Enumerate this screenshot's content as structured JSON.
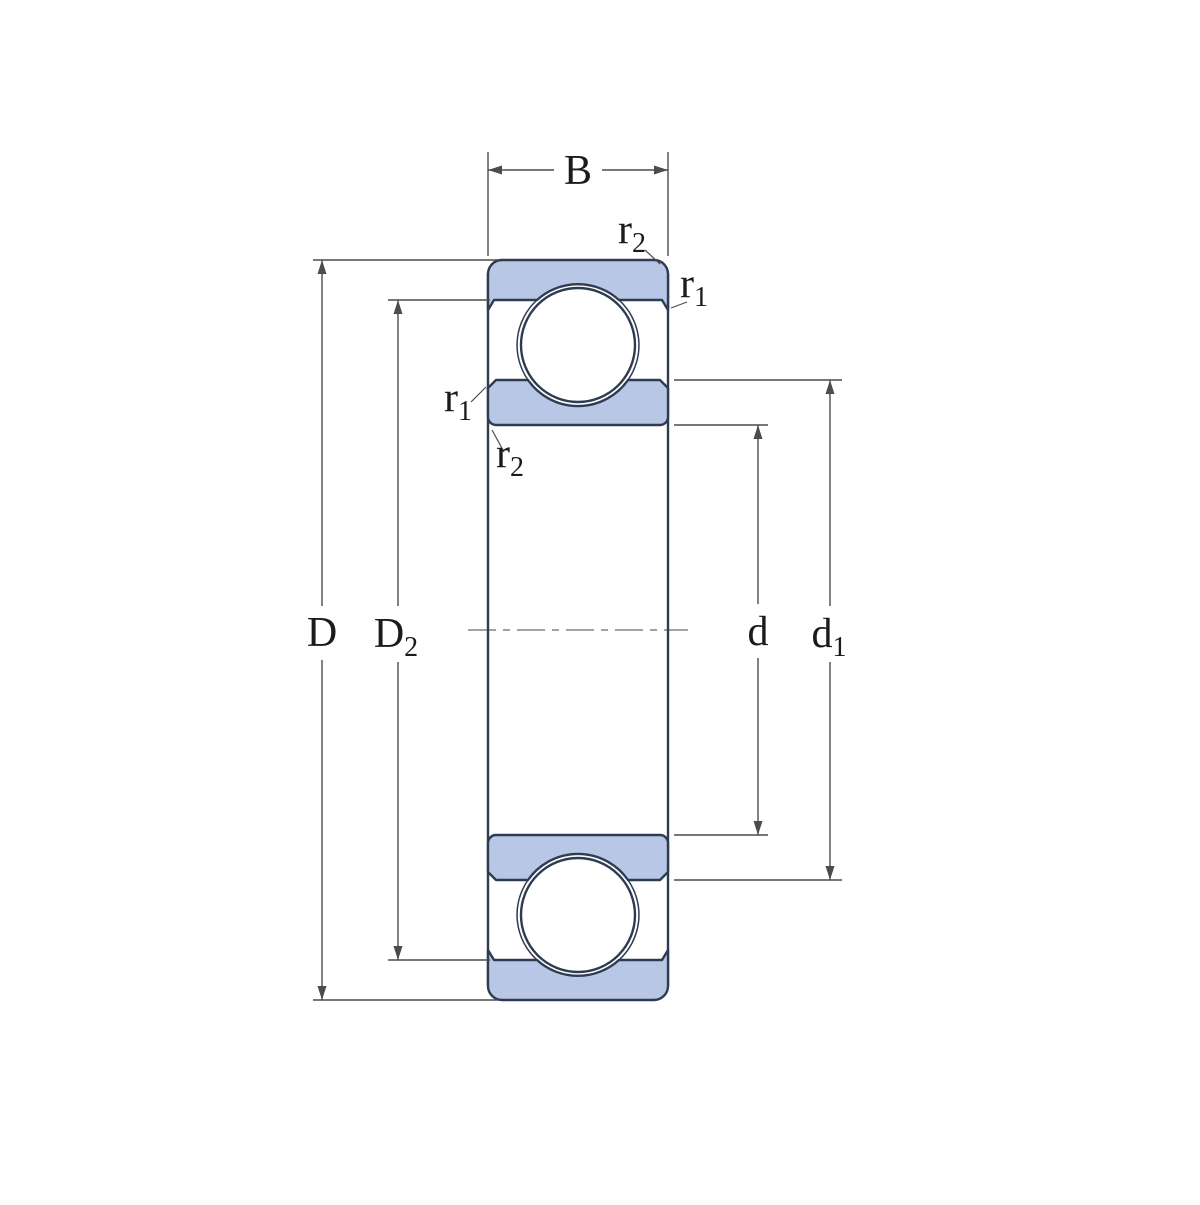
{
  "diagram": {
    "type": "deep-groove-ball-bearing-cross-section",
    "colors": {
      "background": "#ffffff",
      "ring_fill": "#b8c7e6",
      "outline": "#2e3c52",
      "dimension_line": "#4c4c4c",
      "text": "#1b1b1b"
    },
    "dimension_labels": {
      "B": {
        "main": "B",
        "sub": ""
      },
      "D": {
        "main": "D",
        "sub": ""
      },
      "D2": {
        "main": "D",
        "sub": "2"
      },
      "d": {
        "main": "d",
        "sub": ""
      },
      "d1": {
        "main": "d",
        "sub": "1"
      },
      "r1": {
        "main": "r",
        "sub": "1"
      },
      "r2": {
        "main": "r",
        "sub": "2"
      }
    }
  }
}
